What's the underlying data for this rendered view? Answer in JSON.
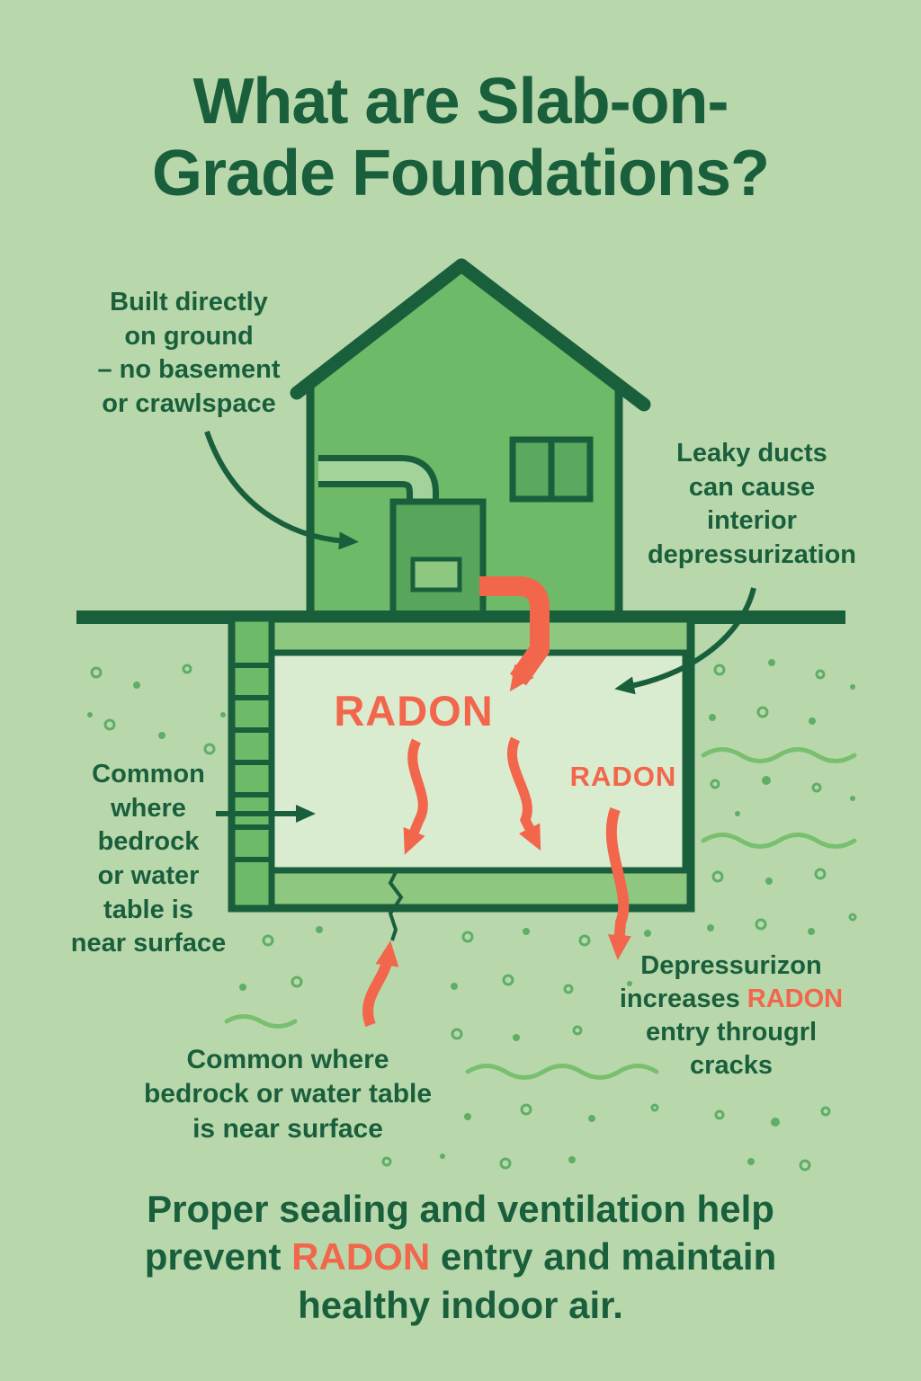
{
  "title": [
    "What are Slab-on-",
    "Grade Foundations?"
  ],
  "labels": {
    "built": [
      "Built directly",
      "on ground",
      "– no basement",
      "or crawlspace"
    ],
    "leaky": [
      "Leaky ducts",
      "can cause",
      "interior",
      "depressurization"
    ],
    "radon_large": "RADON",
    "radon_small": "RADON",
    "common_left": [
      "Common",
      "where",
      "bedrock",
      "or water",
      "table is",
      "near surface"
    ],
    "common_bottom": [
      "Common where",
      "bedrock or water table",
      "is near surface"
    ],
    "depress": {
      "line1": "Depressurizon",
      "line2_pre": "increases ",
      "line2_radon": "RADON",
      "line3": "entry througrl",
      "line4": "cracks"
    }
  },
  "footer": {
    "line1": "Proper sealing and ventilation help",
    "line2_pre": "prevent ",
    "line2_radon": "RADON",
    "line2_post": " entry and maintain",
    "line3": "healthy indoor air."
  },
  "colors": {
    "background": "#b8d8ac",
    "dark_green": "#1a5f3c",
    "medium_green": "#6fba68",
    "band_green": "#8dc780",
    "light_green": "#daeccf",
    "accent_orange": "#f2664c",
    "dot_green": "#5fae66",
    "wave_green": "#79bf70",
    "pipe_green": "#a3d29b",
    "pane_green": "#5aa95e",
    "furnace_green": "#57a65c"
  }
}
